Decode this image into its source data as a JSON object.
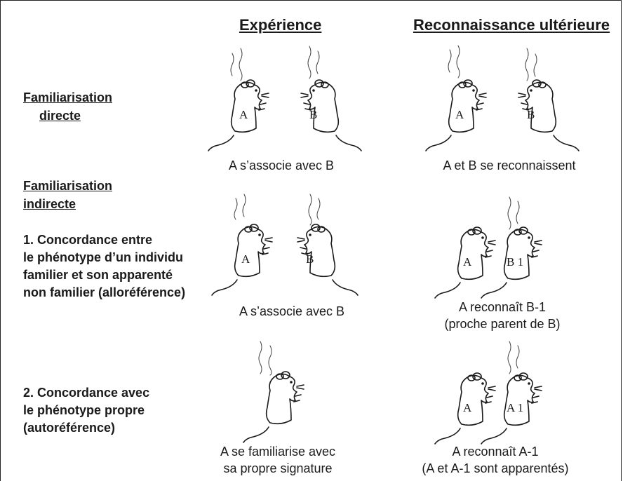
{
  "columns": {
    "experience": "Expérience",
    "recognition": "Reconnaissance ultérieure"
  },
  "rows": {
    "direct": {
      "label_line1": "Familiarisation",
      "label_line2": "directe",
      "exp_caption": "A s’associe avec B",
      "rec_caption": "A et B se reconnaissent",
      "mice": {
        "exp": [
          "A",
          "B"
        ],
        "rec": [
          "A",
          "B"
        ]
      }
    },
    "indirect": {
      "label_line1": "Familiarisation",
      "label_line2": "indirecte"
    },
    "allo": {
      "desc_line1": "1. Concordance entre",
      "desc_line2": "le phénotype d’un individu",
      "desc_line3": "familier et son apparenté",
      "desc_line4": "non familier (alloréférence)",
      "exp_caption": "A s’associe avec B",
      "rec_caption_line1": "A reconnaît B-1",
      "rec_caption_line2": "(proche parent de B)",
      "mice": {
        "exp": [
          "A",
          "B"
        ],
        "rec": [
          "A",
          "B 1"
        ]
      }
    },
    "auto": {
      "desc_line1": "2. Concordance avec",
      "desc_line2": "le phénotype propre",
      "desc_line3": "(autoréférence)",
      "exp_caption_line1": "A se familiarise avec",
      "exp_caption_line2": "sa propre signature",
      "rec_caption_line1": "A reconnaît A-1",
      "rec_caption_line2": "(A et A-1 sont apparentés)",
      "mice": {
        "rec": [
          "A",
          "A 1"
        ]
      }
    }
  }
}
